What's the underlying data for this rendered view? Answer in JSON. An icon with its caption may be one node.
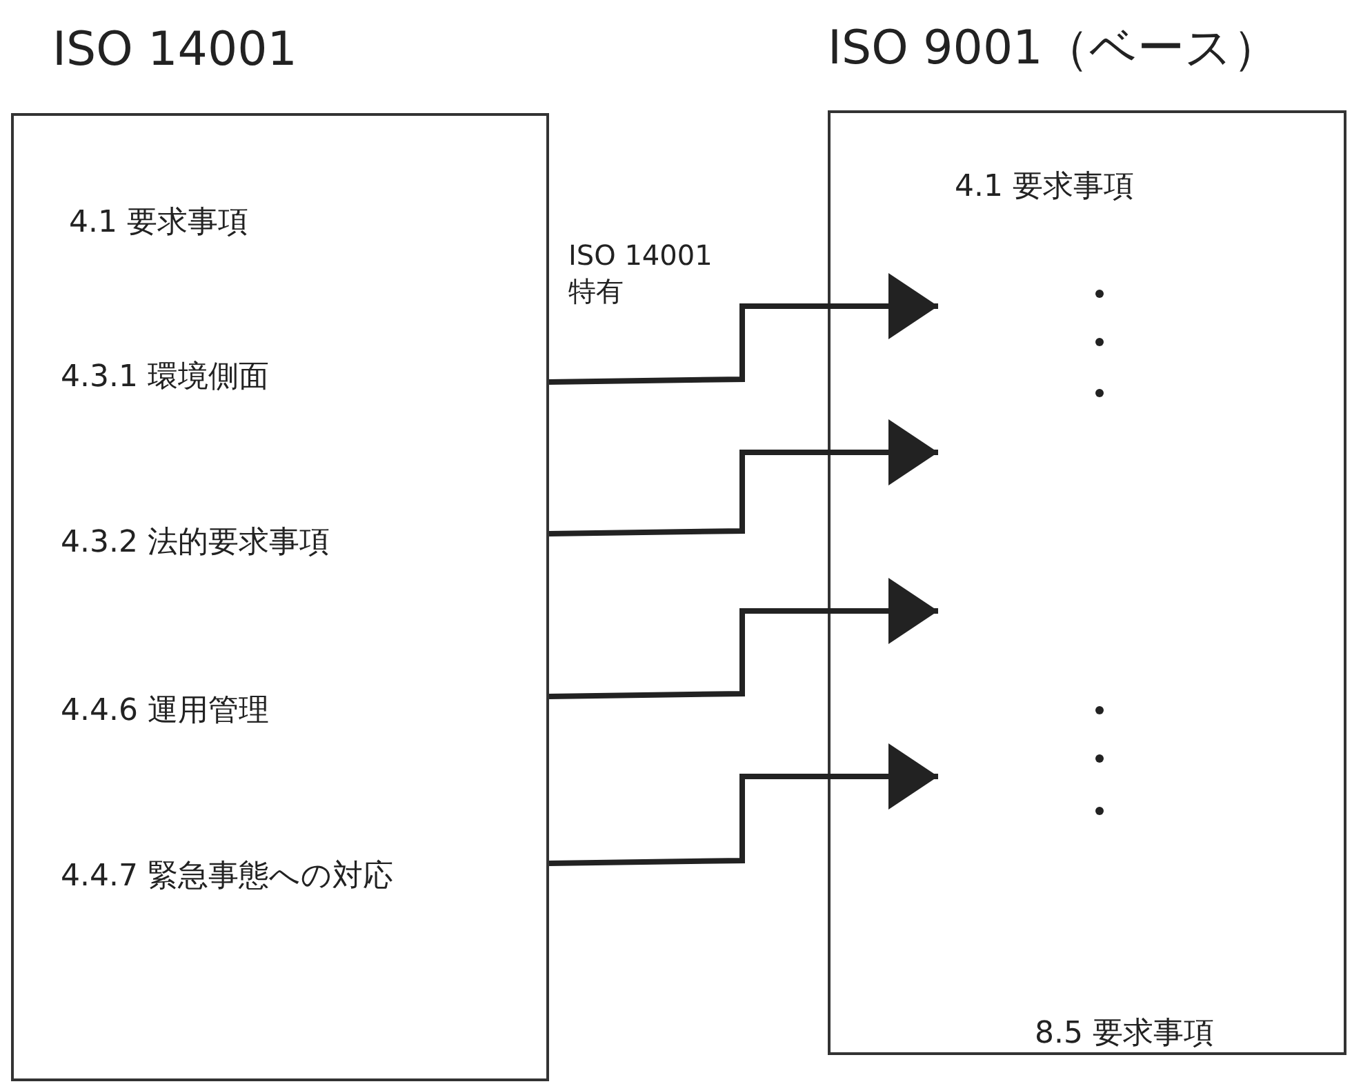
{
  "diagram": {
    "nodes": [
      {
        "text": [
          "ISO 14001",
          "4.1 要求事項",
          "4.3.1 環境側面",
          "4.3.2 法的要求事項",
          "4.4.6 運用管理",
          "4.4.7 緊急事態への対応"
        ]
      },
      {
        "text": [
          "ISO 9001（ベース）",
          "4.1 要求事項",
          "8.5 要求事項"
        ]
      }
    ],
    "edges": [
      {
        "from": 0,
        "to": 1,
        "arrow": "to"
      },
      {
        "from": 0,
        "to": 1,
        "arrow": "to"
      },
      {
        "from": 0,
        "to": 1,
        "arrow": "to"
      },
      {
        "from": 0,
        "to": 1,
        "arrow": "to"
      }
    ],
    "labels": [
      "ISO 14001 特有"
    ]
  }
}
